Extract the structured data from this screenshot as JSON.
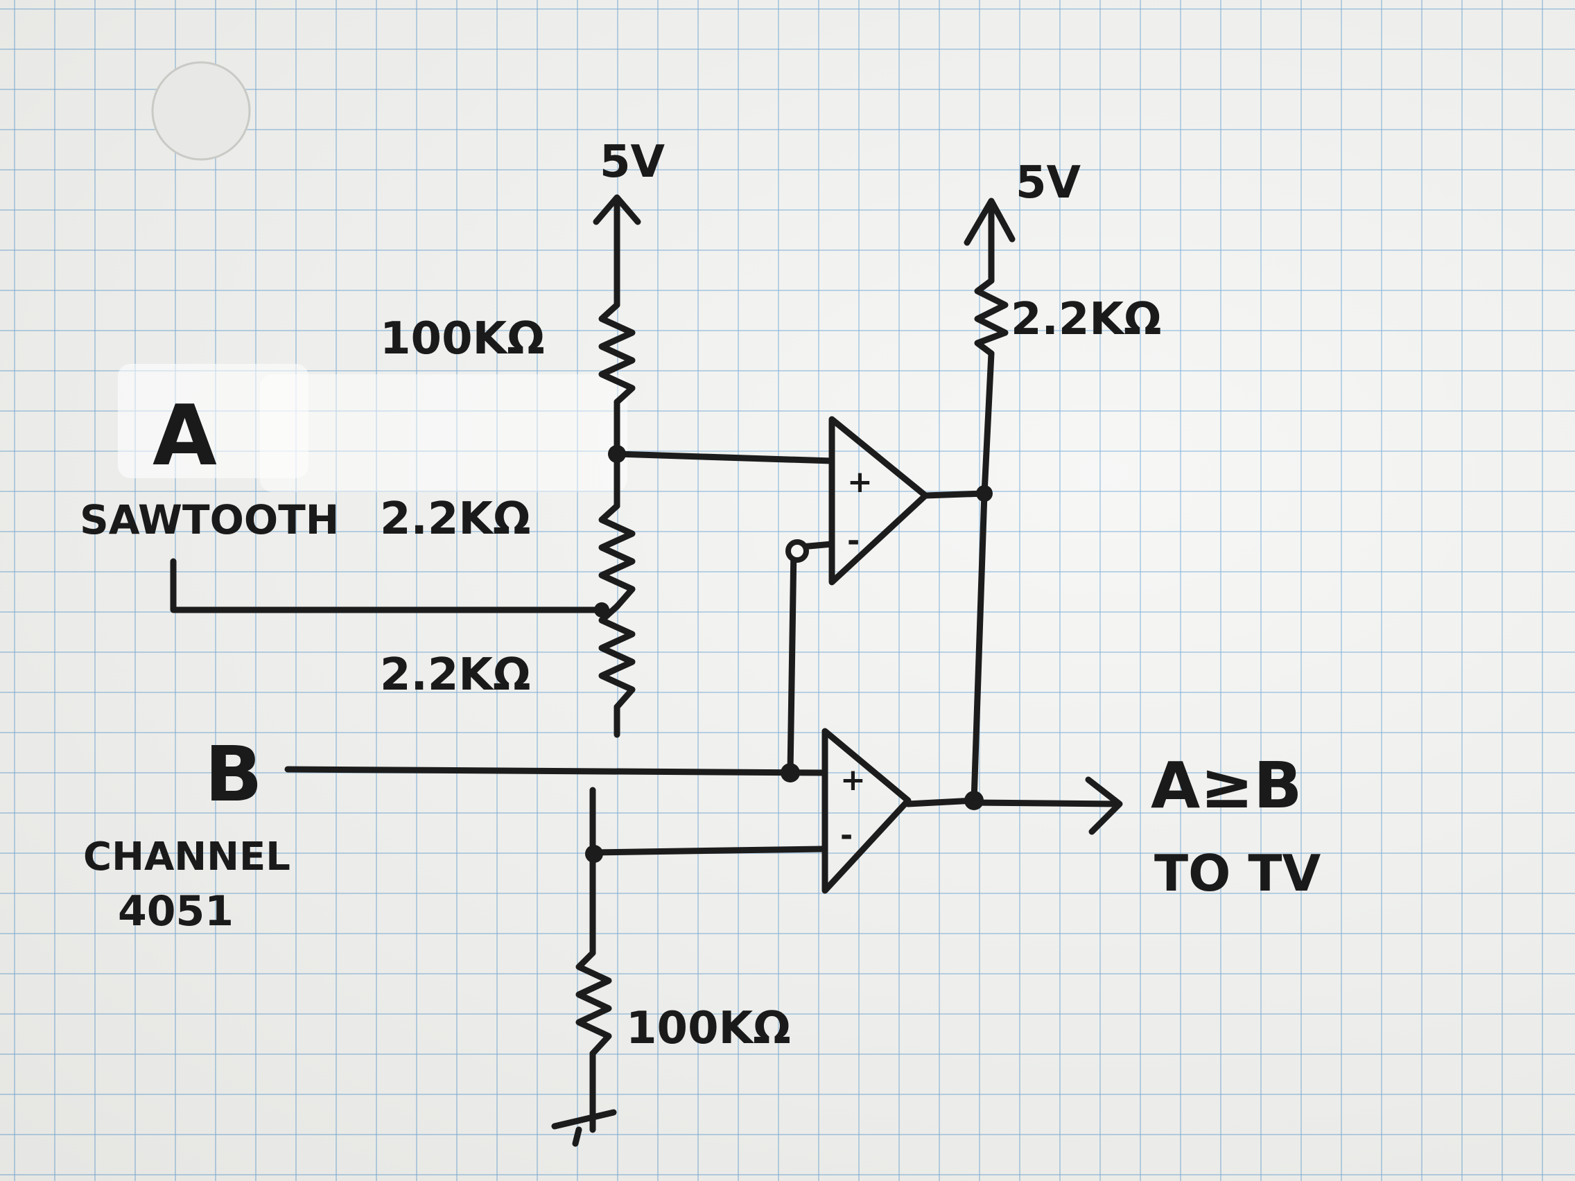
{
  "labels": {
    "vcc_left": "5V",
    "vcc_right": "5V",
    "r_top": "100KΩ",
    "r_mid1": "2.2KΩ",
    "r_mid2": "2.2KΩ",
    "r_bottom": "100KΩ",
    "r_pullup": "2.2KΩ",
    "input_a": "A",
    "input_a_desc": "SAWTOOTH",
    "input_b": "B",
    "input_b_desc1": "CHANNEL",
    "input_b_desc2": "4051",
    "output": "A≥B",
    "output_desc": "TO TV",
    "plus": "+",
    "minus": "-"
  },
  "colors": {
    "ink": "#1c1c1c",
    "grid": "#78aad7",
    "paper": "#f5f6f4"
  }
}
